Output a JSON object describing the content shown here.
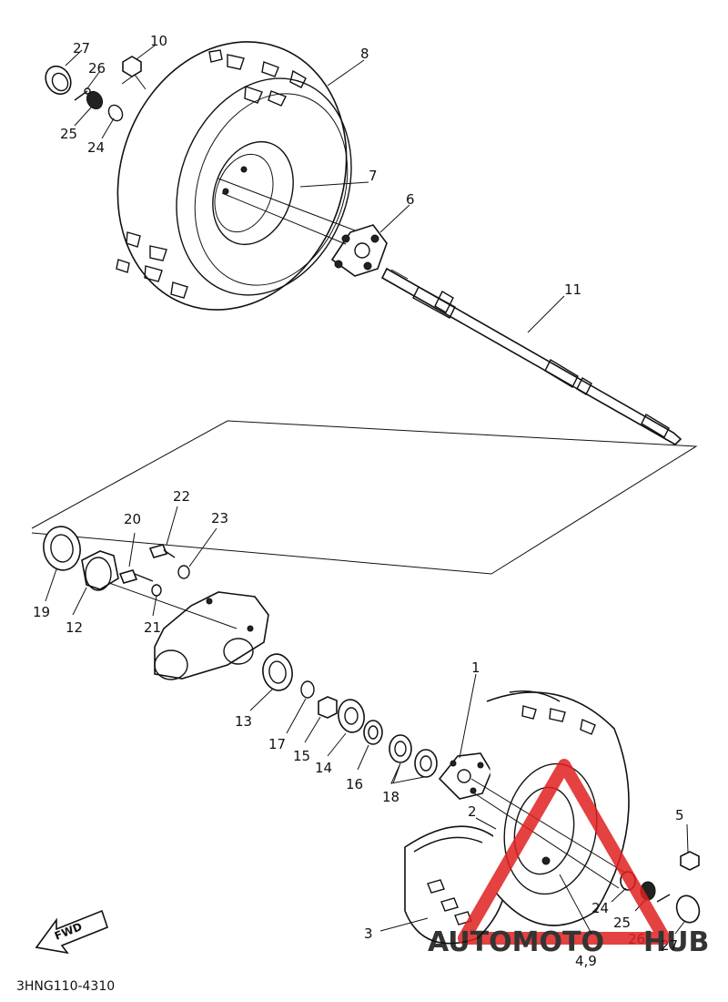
{
  "diagram_code": "3HNG110-4310",
  "fwd_label": "FWD",
  "watermark": {
    "part1": "AUTOMOTO",
    "part2": "HUB",
    "color_main": "#f28a3a",
    "color_alt": "#9a9a9a",
    "triangle_color": "#e02020"
  },
  "callouts": {
    "c1": "1",
    "c2": "2",
    "c3": "3",
    "c49": "4,9",
    "c5": "5",
    "c6": "6",
    "c7": "7",
    "c8": "8",
    "c10": "10",
    "c11": "11",
    "c12": "12",
    "c13": "13",
    "c14": "14",
    "c15": "15",
    "c16": "16",
    "c17": "17",
    "c18": "18",
    "c19": "19",
    "c20": "20",
    "c21": "21",
    "c22": "22",
    "c23": "23",
    "c24a": "24",
    "c25a": "25",
    "c26a": "26",
    "c27a": "27",
    "c24b": "24",
    "c25b": "25",
    "c26b": "26",
    "c27b": "27"
  }
}
